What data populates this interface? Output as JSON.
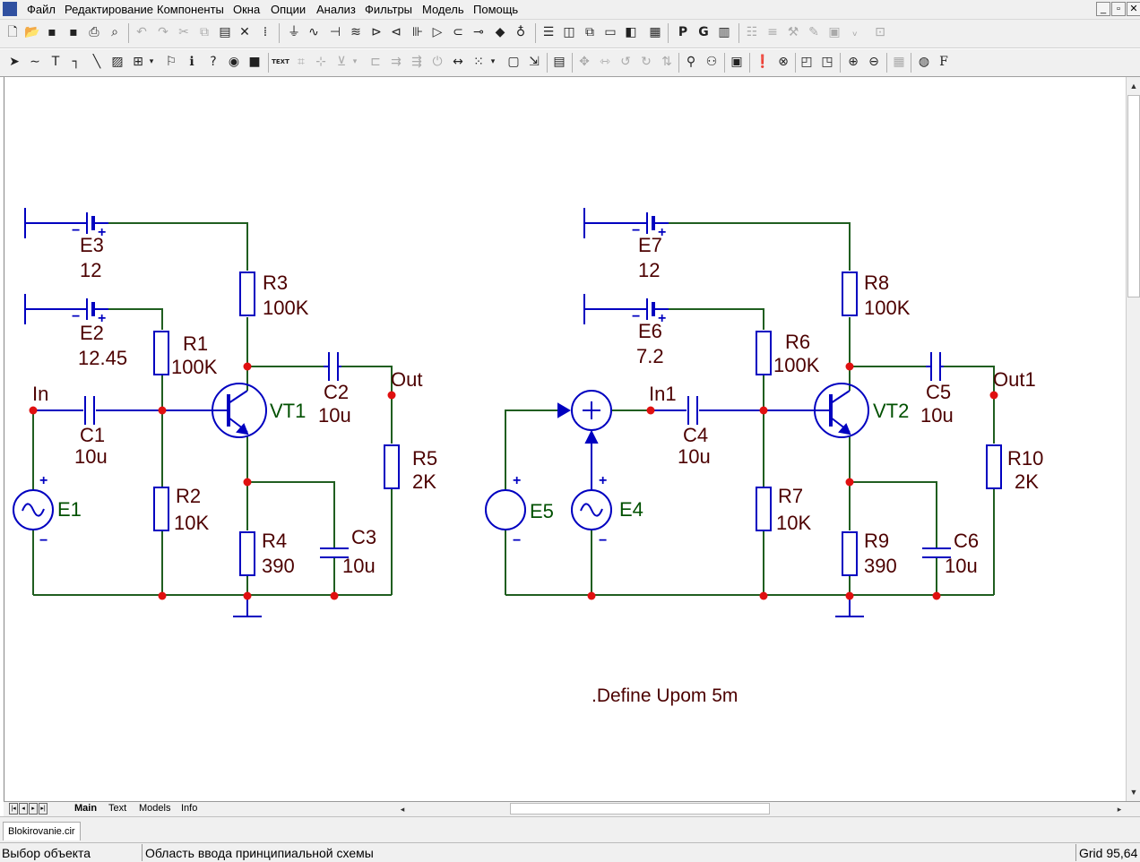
{
  "menu": [
    "Файл",
    "Редактирование",
    "Компоненты",
    "Окна",
    "Опции",
    "Анализ",
    "Фильтры",
    "Модель",
    "Помощь"
  ],
  "window_buttons": {
    "minimize": "_",
    "restore": "▫",
    "close": "✕"
  },
  "toolbar_main": {
    "file": [
      "new-icon",
      "open-icon",
      "save-icon",
      "save-as-icon",
      "print-icon",
      "print-preview-icon"
    ],
    "edit": [
      "undo-icon",
      "redo-icon",
      "cut-icon",
      "copy-icon",
      "paste-icon",
      "delete-icon",
      "select-all-icon"
    ]
  },
  "toolbar_tools": {
    "text_button": "TEXT",
    "font_button": "F",
    "pgen_p": "P",
    "pgen_g": "G"
  },
  "schematic": {
    "left": {
      "E3": {
        "name": "E3",
        "value": "12"
      },
      "E2": {
        "name": "E2",
        "value": "12.45"
      },
      "E1": {
        "name": "E1"
      },
      "R1": {
        "name": "R1",
        "value": "100K"
      },
      "R2": {
        "name": "R2",
        "value": "10K"
      },
      "R3": {
        "name": "R3",
        "value": "100K"
      },
      "R4": {
        "name": "R4",
        "value": "390"
      },
      "R5": {
        "name": "R5",
        "value": "2K"
      },
      "C1": {
        "name": "C1",
        "value": "10u"
      },
      "C2": {
        "name": "C2",
        "value": "10u"
      },
      "C3": {
        "name": "C3",
        "value": "10u"
      },
      "VT": {
        "name": "VT1"
      },
      "in_label": "In",
      "out_label": "Out"
    },
    "right": {
      "E7": {
        "name": "E7",
        "value": "12"
      },
      "E6": {
        "name": "E6",
        "value": "7.2"
      },
      "E5": {
        "name": "E5"
      },
      "E4": {
        "name": "E4"
      },
      "R6": {
        "name": "R6",
        "value": "100K"
      },
      "R7": {
        "name": "R7",
        "value": "10K"
      },
      "R8": {
        "name": "R8",
        "value": "100K"
      },
      "R9": {
        "name": "R9",
        "value": "390"
      },
      "R10": {
        "name": "R10",
        "value": "2K"
      },
      "C4": {
        "name": "C4",
        "value": "10u"
      },
      "C5": {
        "name": "C5",
        "value": "10u"
      },
      "C6": {
        "name": "C6",
        "value": "10u"
      },
      "VT": {
        "name": "VT2"
      },
      "in_label": "In1",
      "out_label": "Out1"
    },
    "define_text": ".Define Upom 5m",
    "polarity_plus": "+",
    "polarity_minus": "−"
  },
  "tabs": [
    "Main",
    "Text",
    "Models",
    "Info"
  ],
  "active_tab": "Main",
  "document_tab": "Blokirovanie.cir",
  "status": {
    "mode": "Выбор объекта",
    "hint": "Область ввода принципиальной схемы",
    "grid": "Grid 95,64"
  },
  "colors": {
    "wire": "#205e20",
    "component": "#0000c0",
    "label": "#4c0000",
    "node": "#e01010",
    "transistor_label": "#005000"
  }
}
